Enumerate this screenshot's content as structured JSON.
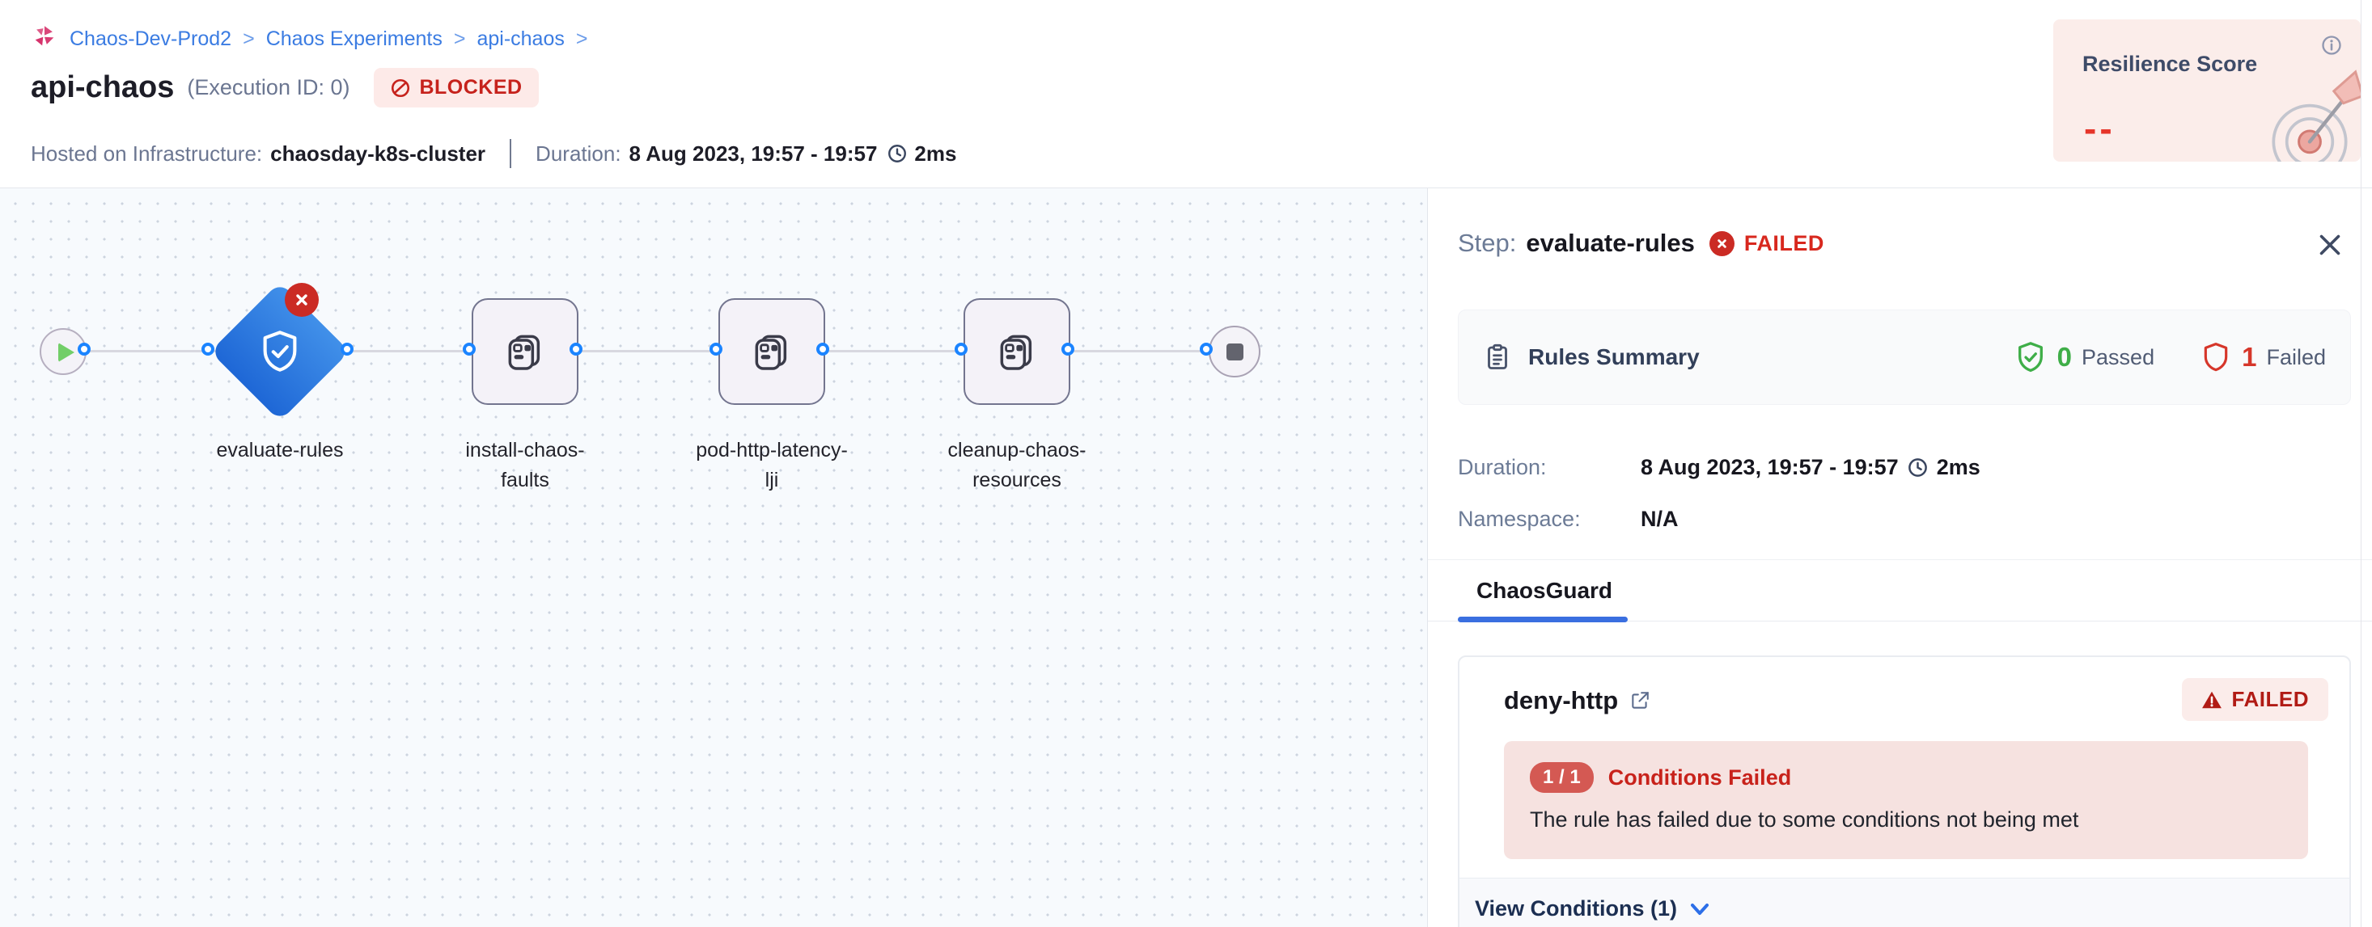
{
  "breadcrumb": {
    "separator": ">",
    "items": [
      "Chaos-Dev-Prod2",
      "Chaos Experiments",
      "api-chaos"
    ]
  },
  "header": {
    "title": "api-chaos",
    "execution_id_label": "(Execution ID: 0)",
    "status_badge": "BLOCKED",
    "hosted_label": "Hosted on Infrastructure:",
    "hosted_value": "chaosday-k8s-cluster",
    "duration_label": "Duration:",
    "duration_value": "8 Aug 2023, 19:57 - 19:57",
    "elapsed": "2ms"
  },
  "resilience": {
    "title": "Resilience Score",
    "score": "--"
  },
  "pipeline": {
    "nodes": [
      {
        "id": "start",
        "type": "start"
      },
      {
        "id": "evaluate-rules",
        "type": "guard",
        "status": "failed",
        "label1": "evaluate-rules",
        "label2": ""
      },
      {
        "id": "install-chaos-faults",
        "type": "fault",
        "label1": "install-chaos-",
        "label2": "faults"
      },
      {
        "id": "pod-http-latency-lji",
        "type": "fault",
        "label1": "pod-http-latency-",
        "label2": "lji"
      },
      {
        "id": "cleanup-chaos-resources",
        "type": "fault",
        "label1": "cleanup-chaos-",
        "label2": "resources"
      },
      {
        "id": "end",
        "type": "end"
      }
    ]
  },
  "panel": {
    "step_label": "Step:",
    "step_name": "evaluate-rules",
    "step_status": "FAILED",
    "rules_summary": {
      "title": "Rules Summary",
      "passed_count": "0",
      "passed_label": "Passed",
      "failed_count": "1",
      "failed_label": "Failed"
    },
    "duration_label": "Duration:",
    "duration_value": "8 Aug 2023, 19:57 - 19:57",
    "elapsed": "2ms",
    "namespace_label": "Namespace:",
    "namespace_value": "N/A",
    "tab": "ChaosGuard",
    "rule_card": {
      "name": "deny-http",
      "status": "FAILED",
      "conditions_ratio": "1 / 1",
      "conditions_title": "Conditions Failed",
      "conditions_message": "The rule has failed due to some conditions not being met",
      "view_conditions": "View Conditions (1)"
    }
  },
  "colors": {
    "fail_red": "#d8281e",
    "pass_green": "#3fae48",
    "guard_blue": "#2e7fe0",
    "accent_blue": "#1b84ff",
    "badge_pink_bg": "#fdeae8"
  }
}
